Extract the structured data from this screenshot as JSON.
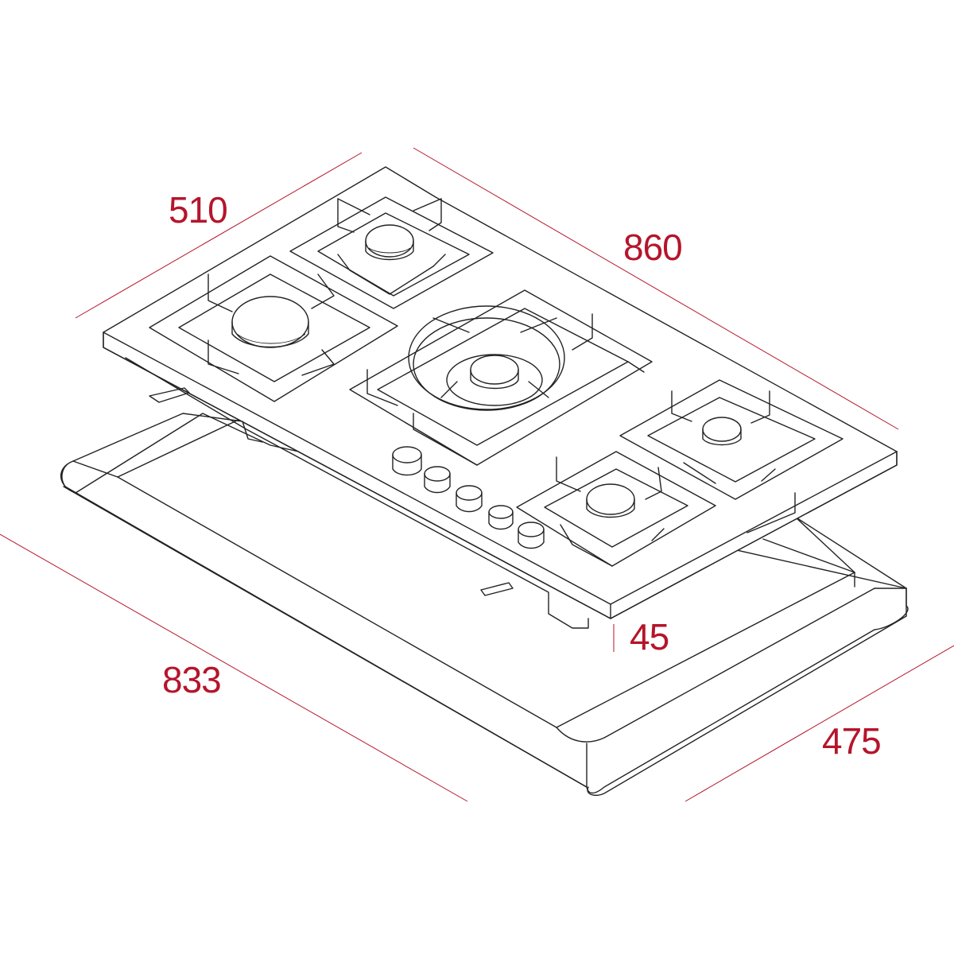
{
  "colors": {
    "dimension": "#b5152b",
    "outline": "#222222",
    "background": "#ffffff"
  },
  "dimensions": {
    "width_top": "510",
    "length_top": "860",
    "height": "45",
    "cutout_length": "833",
    "cutout_width": "475"
  },
  "burners": [
    {
      "id": "rear-left",
      "size": "medium"
    },
    {
      "id": "front-left",
      "size": "large"
    },
    {
      "id": "center-wok",
      "size": "wok"
    },
    {
      "id": "rear-right",
      "size": "small"
    },
    {
      "id": "front-right",
      "size": "medium"
    }
  ],
  "knobs": {
    "count": 5
  }
}
